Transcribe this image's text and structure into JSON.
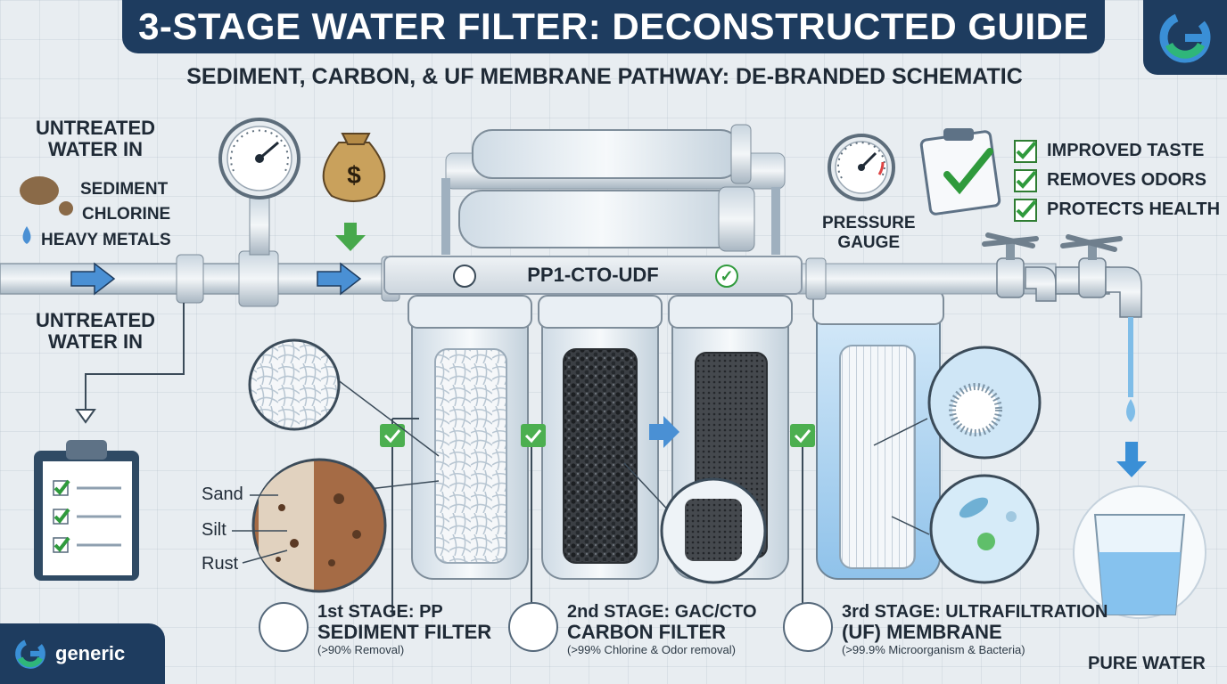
{
  "header": {
    "title": "3-STAGE WATER FILTER: DECONSTRUCTED GUIDE",
    "subtitle": "SEDIMENT, CARBON, & UF MEMBRANE PATHWAY: DE-BRANDED SCHEMATIC"
  },
  "inlet": {
    "label_top": [
      "UNTREATED",
      "WATER IN"
    ],
    "label_bottom": [
      "UNTREATED",
      "WATER IN"
    ],
    "contaminants": [
      "SEDIMENT",
      "CHLORINE",
      "HEAVY METALS"
    ]
  },
  "gauge_label": [
    "PRESSURE",
    "GAUGE"
  ],
  "manifold_label": "PP1-CTO-UDF",
  "benefits": [
    "IMPROVED TASTE",
    "REMOVES ODORS",
    "PROTECTS HEALTH"
  ],
  "sediment_types": [
    "Sand",
    "Silt",
    "Rust"
  ],
  "stages": [
    {
      "line1": "1st STAGE: PP",
      "line2": "SEDIMENT FILTER",
      "note": "(>90% Removal)"
    },
    {
      "line1": "2nd STAGE: GAC/CTO",
      "line2": "CARBON FILTER",
      "note": "(>99% Chlorine & Odor removal)"
    },
    {
      "line1": "3rd STAGE: ULTRAFILTRATION",
      "line2": "(UF) MEMBRANE",
      "note": "(>99.9% Microorganism & Bacteria)"
    }
  ],
  "outlet_label": "PURE WATER",
  "brand_badge": "generic",
  "colors": {
    "navy": "#1e3c5f",
    "accent_blue": "#3a8fd6",
    "check_green": "#2f9a3c"
  }
}
